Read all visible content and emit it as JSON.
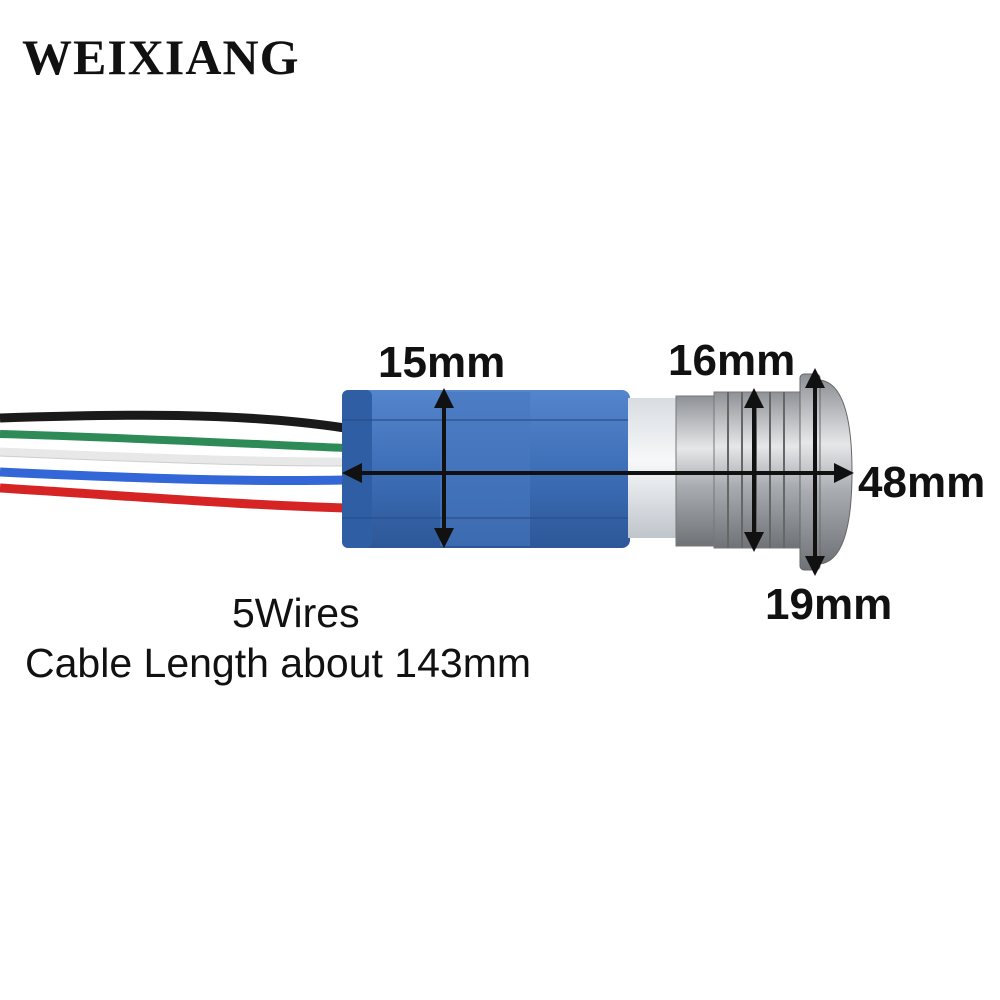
{
  "brand": {
    "name": "WEIXIANG"
  },
  "dimensions": {
    "connector_height": "15mm",
    "thread_diameter": "16mm",
    "total_length": "48mm",
    "head_diameter": "19mm"
  },
  "notes": {
    "wires": "5Wires",
    "cable_length": "Cable Length about 143mm"
  },
  "colors": {
    "connector": "#3d6fb8",
    "wire_black": "#1a1a1a",
    "wire_green": "#2e8b57",
    "wire_white": "#f2f2f2",
    "wire_blue": "#3366d6",
    "wire_red": "#d62424",
    "metal": "#b9bcc0"
  }
}
